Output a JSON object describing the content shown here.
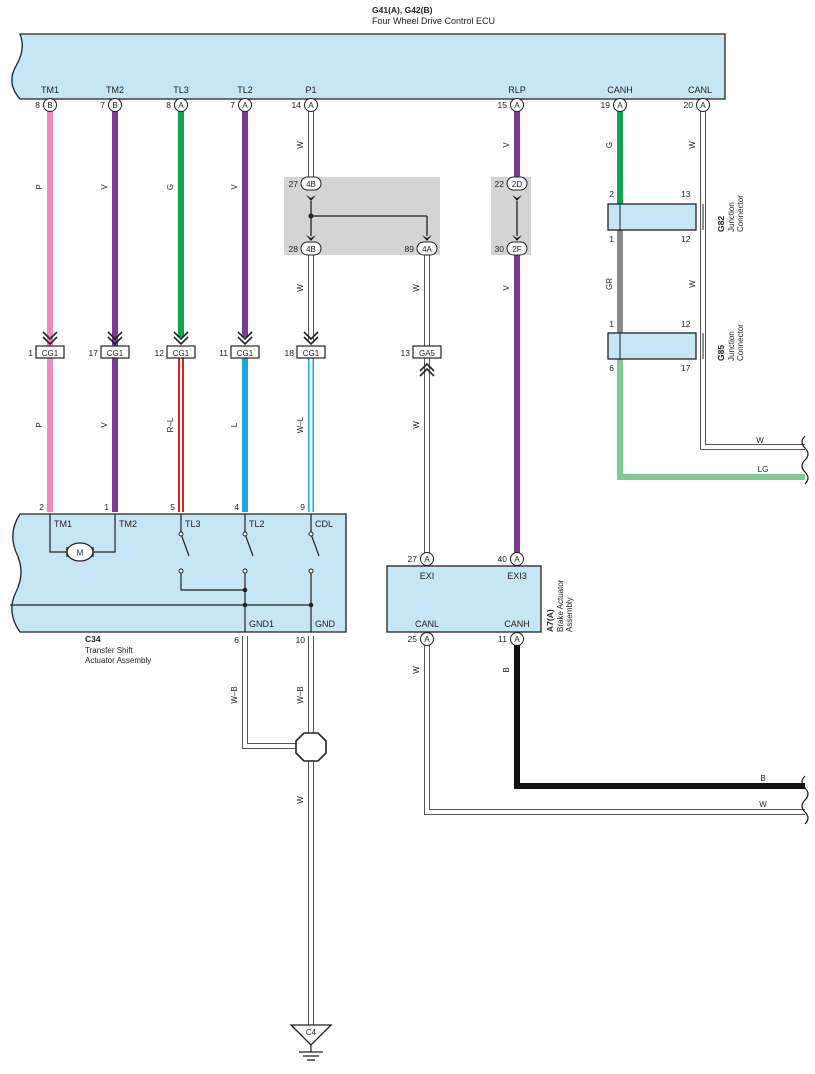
{
  "ecu": {
    "code": "G41(A), G42(B)",
    "name": "Four Wheel Drive Control ECU",
    "pins": [
      {
        "name": "TM1",
        "num": "8",
        "conn": "B"
      },
      {
        "name": "TM2",
        "num": "7",
        "conn": "B"
      },
      {
        "name": "TL3",
        "num": "8",
        "conn": "A"
      },
      {
        "name": "TL2",
        "num": "7",
        "conn": "A"
      },
      {
        "name": "P1",
        "num": "14",
        "conn": "A"
      },
      {
        "name": "RLP",
        "num": "15",
        "conn": "A"
      },
      {
        "name": "CANH",
        "num": "19",
        "conn": "A"
      },
      {
        "name": "CANL",
        "num": "20",
        "conn": "A"
      }
    ]
  },
  "wire_colors_upper": [
    "P",
    "V",
    "G",
    "V",
    "W",
    "W",
    "V",
    "G",
    "W"
  ],
  "junction_4B": {
    "top_num": "27",
    "top_tag": "4B",
    "bot_num": "28",
    "bot_tag": "4B",
    "branch_num": "89",
    "branch_tag": "4A"
  },
  "junction_2D": {
    "top_num": "22",
    "top_tag": "2D",
    "bot_num": "30",
    "bot_tag": "2F"
  },
  "cg1": [
    {
      "num": "1",
      "tag": "CG1"
    },
    {
      "num": "17",
      "tag": "CG1"
    },
    {
      "num": "12",
      "tag": "CG1"
    },
    {
      "num": "11",
      "tag": "CG1"
    },
    {
      "num": "18",
      "tag": "CG1"
    }
  ],
  "ga5": {
    "num": "13",
    "tag": "GA5"
  },
  "wire_colors_lower": [
    "P",
    "V",
    "R–L",
    "L",
    "W–L",
    "W"
  ],
  "actuator": {
    "code": "C34",
    "name_line1": "Transfer Shift",
    "name_line2": "Actuator Assembly",
    "motor": "M",
    "pins_top": [
      {
        "num": "2",
        "name": "TM1"
      },
      {
        "num": "1",
        "name": "TM2"
      },
      {
        "num": "5",
        "name": "TL3"
      },
      {
        "num": "4",
        "name": "TL2"
      },
      {
        "num": "9",
        "name": "CDL"
      }
    ],
    "pins_bottom": [
      {
        "num": "6",
        "name": "GND1"
      },
      {
        "num": "10",
        "name": "GND"
      }
    ]
  },
  "ground_wires": {
    "left": "W–B",
    "right": "W–B",
    "down": "W"
  },
  "ground": {
    "code": "C4"
  },
  "brake": {
    "code": "A7(A)",
    "name_line1": "Brake Actuator",
    "name_line2": "Assembly",
    "pin_exi": {
      "num": "27",
      "conn": "A",
      "name": "EXI"
    },
    "pin_exi3": {
      "num": "40",
      "conn": "A",
      "name": "EXI3"
    },
    "pin_canl": {
      "num": "25",
      "conn": "A",
      "name": "CANL"
    },
    "pin_canh": {
      "num": "11",
      "conn": "A",
      "name": "CANH"
    },
    "wire_canl": "W",
    "wire_canh": "B"
  },
  "jc_g82": {
    "code": "G82",
    "line1": "Junction",
    "line2": "Connector",
    "pins": [
      "2",
      "13",
      "1",
      "12"
    ]
  },
  "jc_g85": {
    "code": "G85",
    "line1": "Junction",
    "line2": "Connector",
    "pins": [
      "1",
      "12",
      "6",
      "17"
    ]
  },
  "jc_between": [
    "GR",
    "W"
  ],
  "exit_wires": {
    "w": "W",
    "lg": "LG",
    "b": "B",
    "w2": "W"
  },
  "colors": {
    "box_fill": "#c7e6f5",
    "jbox_fill": "#d4d4d4",
    "pink": "#f08cbd",
    "violet": "#7a3a96",
    "green": "#0aa550",
    "blue": "#16a8e4",
    "gray": "#8a8a8a",
    "lightgreen": "#7fcc8f",
    "red": "#e02020",
    "black": "#111111"
  }
}
